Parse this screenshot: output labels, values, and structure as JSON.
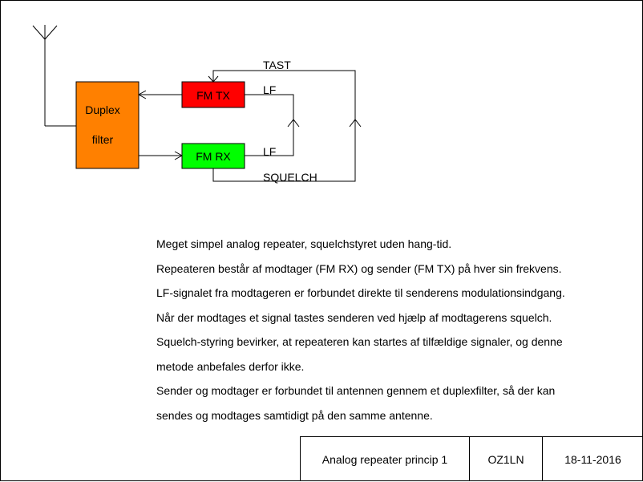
{
  "diagram": {
    "nodes": {
      "duplex": {
        "line1": "Duplex",
        "line2": "filter",
        "color": "#ff8000"
      },
      "fm_tx": {
        "label": "FM TX",
        "color": "#ff0000"
      },
      "fm_rx": {
        "label": "FM RX",
        "color": "#00ff00"
      }
    },
    "signals": {
      "tast": "TAST",
      "lf_tx": "LF",
      "lf_rx": "LF",
      "squelch": "SQUELCH"
    }
  },
  "description": [
    "Meget simpel analog repeater, squelchstyret uden hang-tid.",
    "Repeateren består af modtager (FM RX) og sender (FM TX) på hver sin frekvens.",
    "LF-signalet fra modtageren er forbundet direkte til senderens modulationsindgang.",
    "Når der modtages et signal tastes senderen ved hjælp af modtagerens squelch.",
    "Squelch-styring bevirker, at repeateren kan startes af tilfældige signaler, og denne",
    "metode anbefales derfor ikke.",
    "Sender og modtager er forbundet til antennen gennem et duplexfilter, så der kan",
    "sendes og modtages samtidigt på den samme antenne."
  ],
  "title_block": {
    "title": "Analog repeater princip 1",
    "author": "OZ1LN",
    "date": "18-11-2016"
  }
}
